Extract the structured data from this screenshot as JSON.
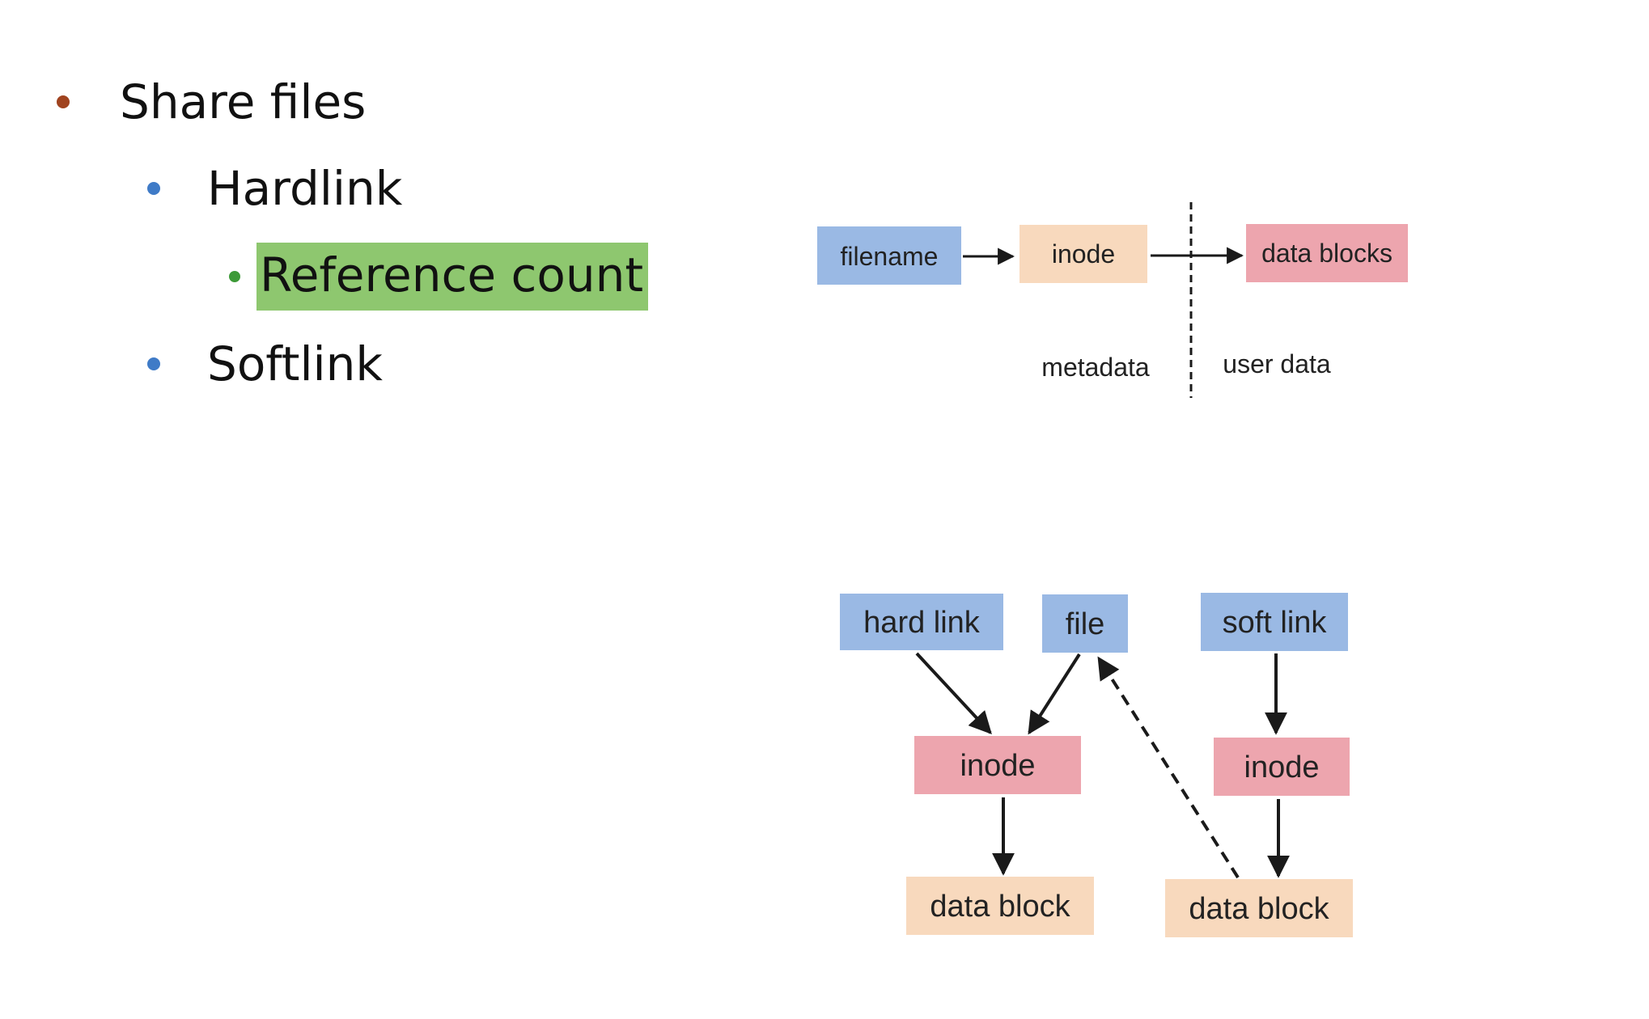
{
  "colors": {
    "bullet_l1": "#a0431f",
    "bullet_l2": "#3f7bc7",
    "bullet_l3": "#3d9a38",
    "highlight": "#8ec76f",
    "box_blue": "#9ab9e4",
    "box_peach": "#f8d9bd",
    "box_pink": "#eda5ae",
    "line": "#1a1a1a"
  },
  "bullets": {
    "share_files": "Share files",
    "hardlink": "Hardlink",
    "reference_count": "Reference count",
    "softlink": "Softlink"
  },
  "diagram_top": {
    "filename": "filename",
    "inode": "inode",
    "data_blocks": "data blocks",
    "metadata": "metadata",
    "user_data": "user data"
  },
  "diagram_bottom": {
    "hard_link": "hard link",
    "file": "file",
    "soft_link": "soft link",
    "inode_left": "inode",
    "inode_right": "inode",
    "data_block_left": "data block",
    "data_block_right": "data block"
  }
}
